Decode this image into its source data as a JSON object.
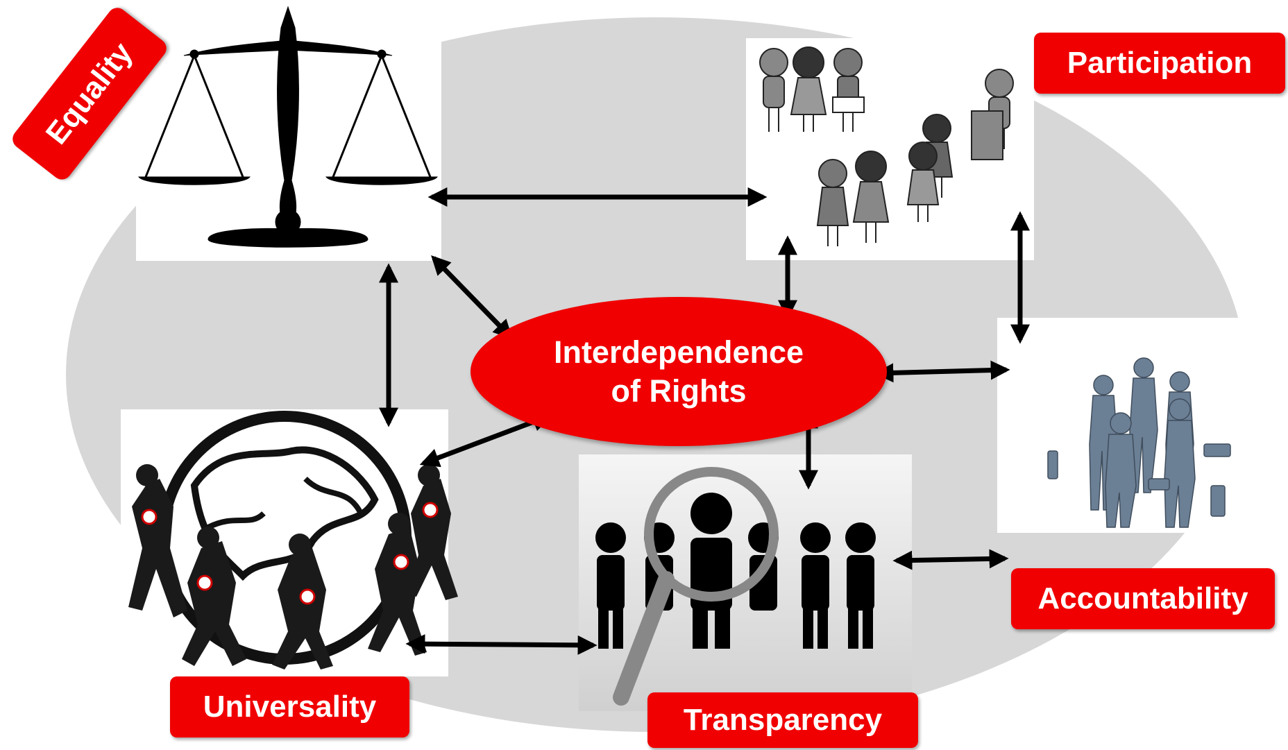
{
  "center": {
    "line1": "Interdependence",
    "line2": "of Rights"
  },
  "labels": {
    "equality": "Equality",
    "participation": "Participation",
    "accountability": "Accountability",
    "universality": "Universality",
    "transparency": "Transparency"
  },
  "colors": {
    "accent": "#f00000",
    "background_ellipse": "#d7d7d7",
    "arrow": "#000000"
  },
  "icons": {
    "equality": "scales-of-justice-icon",
    "participation": "children-voting-icon",
    "accountability": "business-team-icon",
    "universality": "globe-people-icon",
    "transparency": "magnifier-crowd-icon"
  }
}
